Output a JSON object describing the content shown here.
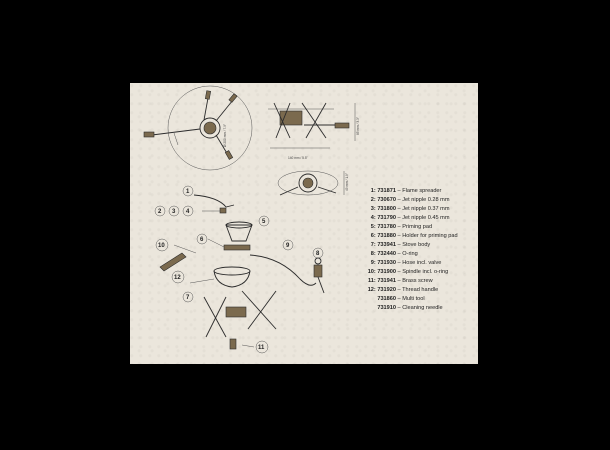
{
  "dimensions": {
    "width_label": "140 mm / 5.5\"",
    "height_label": "85 mm / 3.3\"",
    "diameter_label": "Ø 200 mm / 7.9\"",
    "low_height_label": "49 mm / 1.9\""
  },
  "callouts": [
    "1",
    "2",
    "3",
    "4",
    "5",
    "6",
    "7",
    "8",
    "9",
    "10",
    "11",
    "12"
  ],
  "parts": [
    {
      "no": "1: 731871",
      "name": "Flame spreader"
    },
    {
      "no": "2: 730670",
      "name": "Jet nipple 0.28 mm"
    },
    {
      "no": "3: 731800",
      "name": "Jet nipple 0.37 mm"
    },
    {
      "no": "4: 731790",
      "name": "Jet nipple 0.45 mm"
    },
    {
      "no": "5: 731780",
      "name": "Priming pad"
    },
    {
      "no": "6: 731880",
      "name": "Holder for priming pad"
    },
    {
      "no": "7: 733941",
      "name": "Stove body"
    },
    {
      "no": "8: 732440",
      "name": "O-ring"
    },
    {
      "no": "9: 731930",
      "name": "Hose incl. valve"
    },
    {
      "no": "10: 731900",
      "name": "Spindle incl. o-ring"
    },
    {
      "no": "11: 731941",
      "name": "Brass screw"
    },
    {
      "no": "12: 731920",
      "name": "Thread handle"
    },
    {
      "no": "731860",
      "name": "Multi tool"
    },
    {
      "no": "731910",
      "name": "Cleaning needle"
    }
  ],
  "colors": {
    "paper": "#ebe6dc",
    "ink": "#2c2c2c",
    "frame": "#000000",
    "brass": "#7b6a4e"
  }
}
